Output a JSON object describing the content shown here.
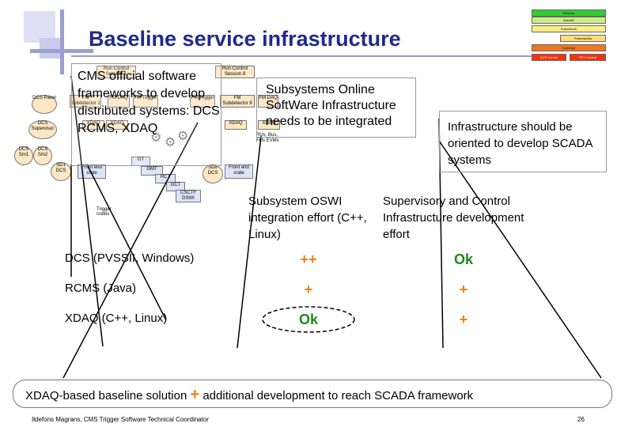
{
  "title": "Baseline service infrastructure",
  "stack": {
    "layers": [
      "Services",
      "Specific",
      "Framework",
      "Frameworks",
      "Common"
    ],
    "left_label": "DCS Control",
    "right_label": "RFV Control"
  },
  "diagram": {
    "boxes": [
      {
        "label": "Run Control Session 1"
      },
      {
        "label": "Run Control Session 8"
      },
      {
        "label": "FM Subdetector 1"
      },
      {
        "label": "FM DAQ"
      },
      {
        "label": "FM Trigger"
      },
      {
        "label": "FM Trigger"
      },
      {
        "label": "FM Subdetector 8"
      },
      {
        "label": "FM DAQ"
      },
      {
        "label": "XDAQ"
      },
      {
        "label": "XDAQ"
      },
      {
        "label": "XDAQ"
      },
      {
        "label": "XDAQ"
      },
      {
        "label": "Front end crate"
      },
      {
        "label": "Front end crate"
      },
      {
        "label": "GT"
      },
      {
        "label": "GMT"
      },
      {
        "label": "RCT"
      },
      {
        "label": "GCT"
      },
      {
        "label": "CSCTF DSWI"
      },
      {
        "label": "Trigger crates"
      },
      {
        "label": "RUs, Bus, FUs EVMs"
      }
    ],
    "circles": [
      {
        "label": "DCS Panel"
      },
      {
        "label": "DCS Supervisor"
      },
      {
        "label": "DCS Sm1"
      },
      {
        "label": "DCS Sm2"
      },
      {
        "label": "SD1 DCS"
      },
      {
        "label": "SD8 DCS"
      }
    ]
  },
  "box1_text": "CMS official software frameworks to develop distributed systems: DCS RCMS, XDAQ",
  "box2_text": "Subsystems Online SoftWare Infrastructure needs to be integrated",
  "box3_text": "Infrastructure should be oriented to develop SCADA systems",
  "table": {
    "col1_header": "Subsystem OSWI integration effort (C++, Linux)",
    "col2_header": "Supervisory and Control Infrastructure development effort",
    "rows": [
      {
        "label": "DCS (PVSSII, Windows)",
        "c1": "++",
        "c2": "Ok"
      },
      {
        "label": "RCMS (Java)",
        "c1": "+",
        "c2": "+"
      },
      {
        "label": "XDAQ (C++, Linux)",
        "c1": "Ok",
        "c2": "+"
      }
    ]
  },
  "bottom": {
    "prefix": "XDAQ-based baseline solution",
    "plus": "+",
    "suffix": "additional development to reach SCADA framework"
  },
  "footer": "Ildefons Magrans, CMS Trigger Software Technical Coordinator",
  "page_number": "26",
  "colors": {
    "title": "#1f2a8c",
    "orange": "#f07f14",
    "green": "#1b8a1b"
  }
}
